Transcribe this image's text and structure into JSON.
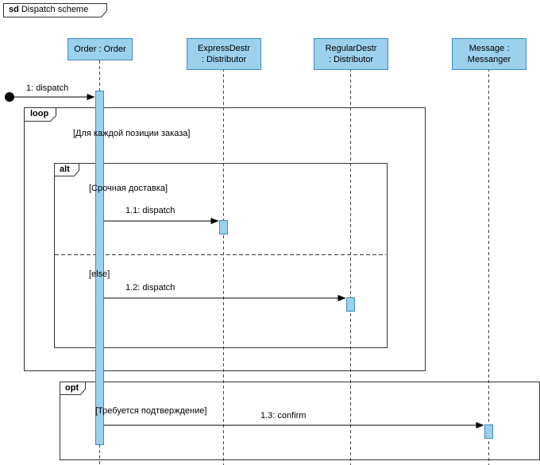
{
  "frame": {
    "title_bold": "sd",
    "title_rest": "Dispatch scheme"
  },
  "lifelines": {
    "order": {
      "line1": "Order : Order",
      "line2": ""
    },
    "express": {
      "line1": "ExpressDestr",
      "line2": ": Distributor"
    },
    "regular": {
      "line1": "RegularDestr",
      "line2": ": Distributor"
    },
    "messanger": {
      "line1": "Message :",
      "line2": "Messanger"
    }
  },
  "fragments": {
    "loop": {
      "label": "loop",
      "guard": "[Для каждой позиции заказа]"
    },
    "alt": {
      "label": "alt",
      "guard1": "[Срочная доставка]",
      "guard2": "[else]"
    },
    "opt": {
      "label": "opt",
      "guard": "[Требуется подтверждение]"
    }
  },
  "messages": {
    "m1": {
      "label": "1: dispatch"
    },
    "m11": {
      "label": "1.1: dispatch"
    },
    "m12": {
      "label": "1.2: dispatch"
    },
    "m13": {
      "label": "1.3: confirm"
    }
  },
  "colors": {
    "lifeline_fill": "#9bd1ec",
    "lifeline_border": "#3f8ac0",
    "frame_border": "#333333",
    "line_color": "#000000",
    "dash_color": "#444444"
  }
}
